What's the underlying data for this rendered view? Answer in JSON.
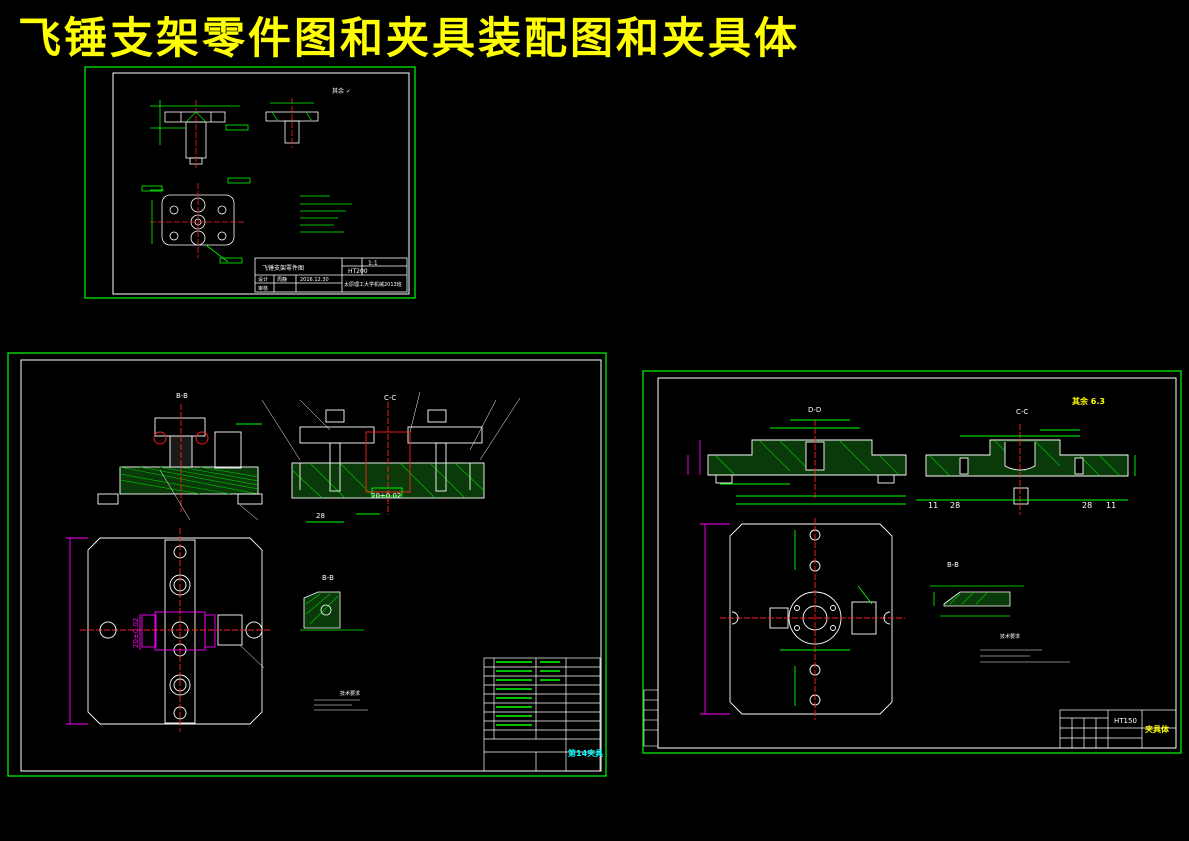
{
  "title": "飞锤支架零件图和夹具装配图和夹具体",
  "colors": {
    "background": "#000000",
    "title": "#ffff00",
    "frame": "#00ff00",
    "line": "#ffffff",
    "hatch": "#00cc00",
    "dimension": "#00ff00",
    "magenta": "#ff00ff",
    "red": "#ff2020",
    "cyan": "#00ffff"
  },
  "sheet1": {
    "part_name": "飞锤支架零件图",
    "scale": "1:1",
    "material": "HT200",
    "designer_label": "设计",
    "reviewer_label": "审核",
    "drawer": "周静",
    "date": "2016.12.30",
    "school": "太原理工大学机械2013班",
    "roughness_symbol": "其余 ✓"
  },
  "sheet2": {
    "section_bb": "B-B",
    "section_cc": "C-C",
    "section_bb2": "B-B",
    "dim_28": "28",
    "dim_tol": "20±0.02",
    "dim_side": "20±0.02",
    "tech_title": "技术要求",
    "title_block_name": "第14夹具"
  },
  "sheet3": {
    "section_dd": "D-D",
    "section_cc": "C-C",
    "section_bb": "B-B",
    "roughness": "其余 6.3",
    "dim_11a": "11",
    "dim_28a": "28",
    "dim_28b": "28",
    "dim_11b": "11",
    "tech_title": "技术要求",
    "material": "HT150",
    "part_name": "夹具体"
  }
}
